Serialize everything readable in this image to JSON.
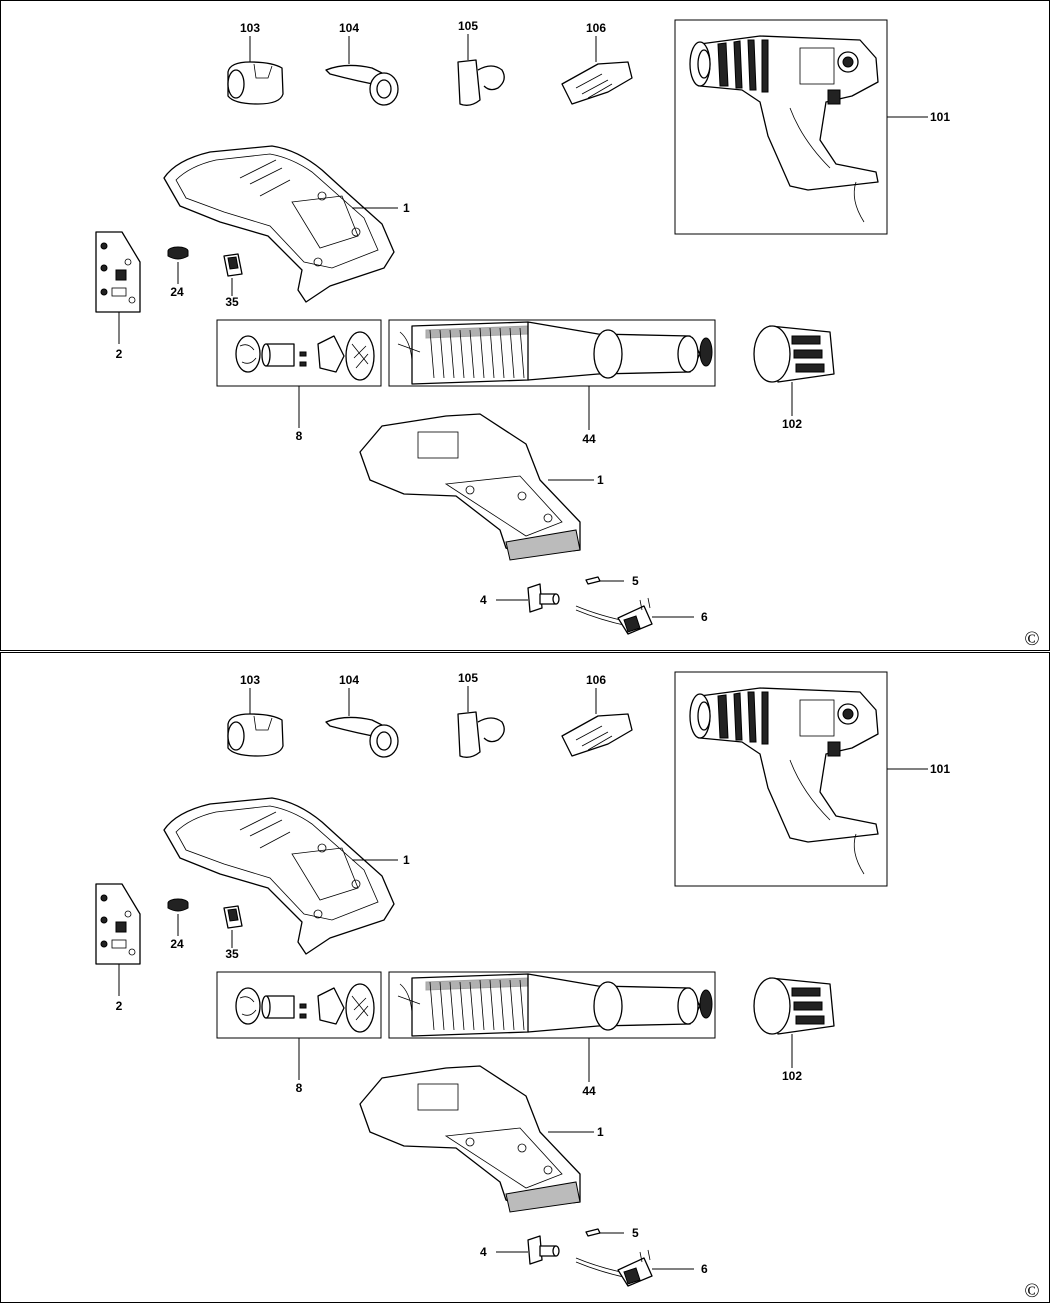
{
  "panels": [
    {
      "callouts": {
        "p103": "103",
        "p104": "104",
        "p105": "105",
        "p106": "106",
        "p101": "101",
        "p1a": "1",
        "p2": "2",
        "p24": "24",
        "p35": "35",
        "p8": "8",
        "p44": "44",
        "p102": "102",
        "p1b": "1",
        "p4": "4",
        "p5": "5",
        "p6": "6"
      },
      "copyright": "©"
    },
    {
      "callouts": {
        "p103": "103",
        "p104": "104",
        "p105": "105",
        "p106": "106",
        "p101": "101",
        "p1a": "1",
        "p2": "2",
        "p24": "24",
        "p35": "35",
        "p8": "8",
        "p44": "44",
        "p102": "102",
        "p1b": "1",
        "p4": "4",
        "p5": "5",
        "p6": "6"
      },
      "copyright": "©"
    }
  ]
}
